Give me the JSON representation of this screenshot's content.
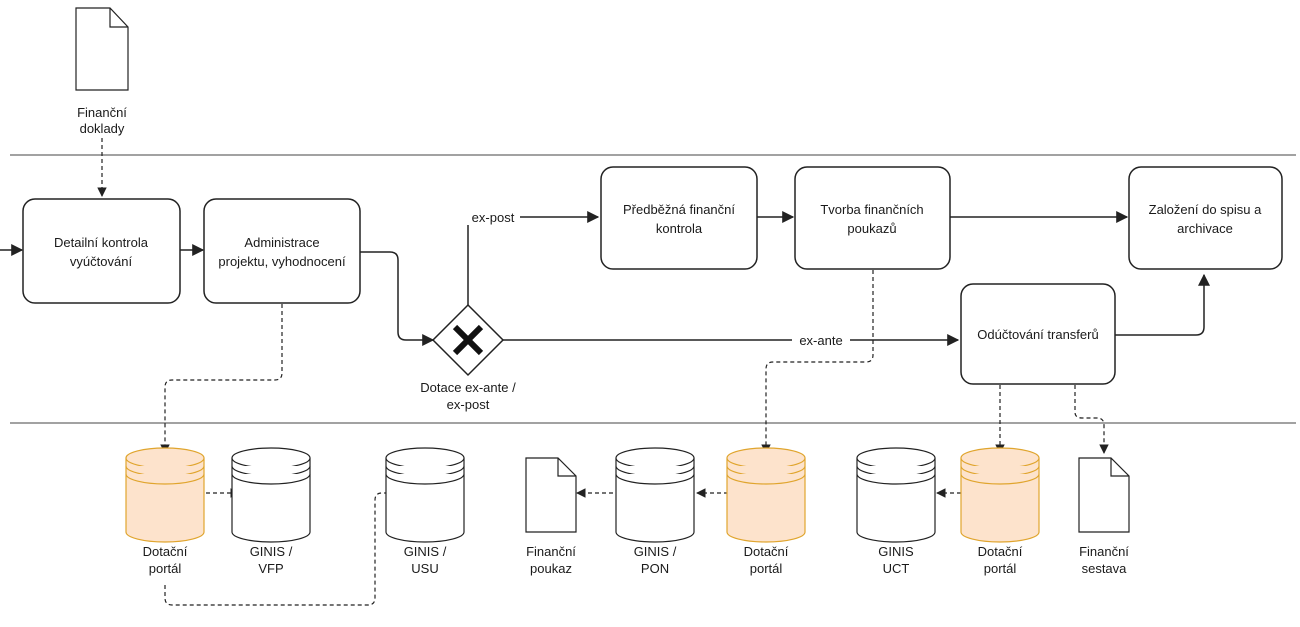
{
  "top_lane": {
    "document": {
      "label_lines": [
        "Finanční",
        "doklady"
      ]
    }
  },
  "process": {
    "tasks": {
      "detailni_kontrola": [
        "Detailní kontrola",
        "vyúčtování"
      ],
      "administrace": [
        "Administrace",
        "projektu, vyhodnocení"
      ],
      "predbezna": [
        "Předběžná finanční",
        "kontrola"
      ],
      "tvorba": [
        "Tvorba finančních",
        "poukazů"
      ],
      "zalozeni": [
        "Založení do spisu a",
        "archivace"
      ],
      "oductovani": [
        "Odúčtování transferů"
      ]
    },
    "gateway": {
      "label_lines": [
        "Dotace ex-ante /",
        "ex-post"
      ]
    },
    "edge_labels": {
      "ex_post": "ex-post",
      "ex_ante": "ex-ante"
    }
  },
  "data_lane": {
    "items": [
      {
        "id": "dotacni_portal_1",
        "type": "db-orange",
        "label_lines": [
          "Dotační",
          "portál"
        ]
      },
      {
        "id": "ginis_vfp",
        "type": "db-white",
        "label_lines": [
          "GINIS /",
          "VFP"
        ]
      },
      {
        "id": "ginis_usu",
        "type": "db-white",
        "label_lines": [
          "GINIS /",
          "USU"
        ]
      },
      {
        "id": "financni_poukaz",
        "type": "document",
        "label_lines": [
          "Finanční",
          "poukaz"
        ]
      },
      {
        "id": "ginis_pon",
        "type": "db-white",
        "label_lines": [
          "GINIS /",
          "PON"
        ]
      },
      {
        "id": "dotacni_portal_2",
        "type": "db-orange",
        "label_lines": [
          "Dotační",
          "portál"
        ]
      },
      {
        "id": "ginis_uct",
        "type": "db-white",
        "label_lines": [
          "GINIS",
          "UCT"
        ]
      },
      {
        "id": "dotacni_portal_3",
        "type": "db-orange",
        "label_lines": [
          "Dotační",
          "portál"
        ]
      },
      {
        "id": "financni_sestava",
        "type": "document",
        "label_lines": [
          "Finanční",
          "sestava"
        ]
      }
    ]
  },
  "colors": {
    "portal_fill": "#fde3cc",
    "portal_stroke": "#e0a52e",
    "line": "#222222"
  }
}
